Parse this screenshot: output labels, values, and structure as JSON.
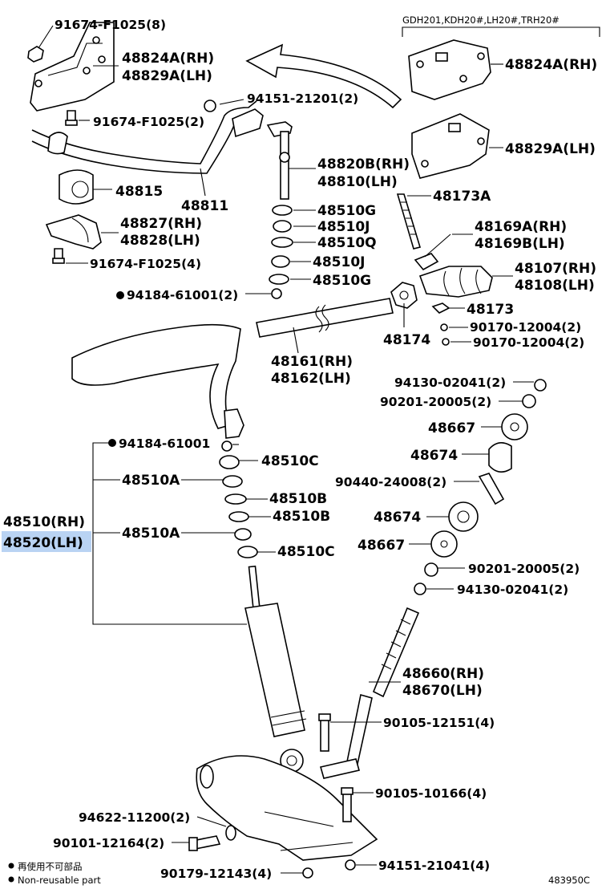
{
  "variant_note": "GDH201,KDH20#,LH20#,TRH20#",
  "diagram_code": "483950C",
  "legend": {
    "jp": "再使用不可部品",
    "en": "Non-reusable part"
  },
  "parts": [
    {
      "id": "p1",
      "text": "91674-F1025(8)"
    },
    {
      "id": "p2a",
      "text": "48824A(RH)"
    },
    {
      "id": "p2b",
      "text": "48829A(LH)"
    },
    {
      "id": "p3",
      "text": "94151-21201(2)"
    },
    {
      "id": "p4",
      "text": "91674-F1025(2)"
    },
    {
      "id": "p5a",
      "text": "48820B(RH)"
    },
    {
      "id": "p5b",
      "text": "48810(LH)"
    },
    {
      "id": "p6",
      "text": "48815"
    },
    {
      "id": "p7",
      "text": "48811"
    },
    {
      "id": "p8a",
      "text": "48827(RH)"
    },
    {
      "id": "p8b",
      "text": "48828(LH)"
    },
    {
      "id": "p9",
      "text": "91674-F1025(4)"
    },
    {
      "id": "p10",
      "text": "48510G"
    },
    {
      "id": "p11",
      "text": "48510J"
    },
    {
      "id": "p12",
      "text": "48510Q"
    },
    {
      "id": "p13",
      "text": "48510J"
    },
    {
      "id": "p14",
      "text": "48510G"
    },
    {
      "id": "p15",
      "text": "94184-61001(2)"
    },
    {
      "id": "p16a",
      "text": "48161(RH)"
    },
    {
      "id": "p16b",
      "text": "48162(LH)"
    },
    {
      "id": "p17",
      "text": "48824A(RH)"
    },
    {
      "id": "p18",
      "text": "48829A(LH)"
    },
    {
      "id": "p19",
      "text": "48173A"
    },
    {
      "id": "p20a",
      "text": "48169A(RH)"
    },
    {
      "id": "p20b",
      "text": "48169B(LH)"
    },
    {
      "id": "p21a",
      "text": "48107(RH)"
    },
    {
      "id": "p21b",
      "text": "48108(LH)"
    },
    {
      "id": "p22",
      "text": "48173"
    },
    {
      "id": "p23",
      "text": "48174"
    },
    {
      "id": "p24",
      "text": "90170-12004(2)"
    },
    {
      "id": "p25",
      "text": "90170-12004(2)"
    },
    {
      "id": "p26",
      "text": "94130-02041(2)"
    },
    {
      "id": "p27",
      "text": "90201-20005(2)"
    },
    {
      "id": "p28",
      "text": "48667"
    },
    {
      "id": "p29",
      "text": "48674"
    },
    {
      "id": "p30",
      "text": "90440-24008(2)"
    },
    {
      "id": "p31",
      "text": "48674"
    },
    {
      "id": "p32",
      "text": "48667"
    },
    {
      "id": "p33",
      "text": "90201-20005(2)"
    },
    {
      "id": "p34",
      "text": "94130-02041(2)"
    },
    {
      "id": "p35",
      "text": "94184-61001"
    },
    {
      "id": "p36",
      "text": "48510C"
    },
    {
      "id": "p37",
      "text": "48510A"
    },
    {
      "id": "p38",
      "text": "48510B"
    },
    {
      "id": "p39",
      "text": "48510B"
    },
    {
      "id": "p40",
      "text": "48510A"
    },
    {
      "id": "p41",
      "text": "48510C"
    },
    {
      "id": "p42",
      "text": "48510(RH)"
    },
    {
      "id": "p43",
      "text": "48520(LH)"
    },
    {
      "id": "p44a",
      "text": "48660(RH)"
    },
    {
      "id": "p44b",
      "text": "48670(LH)"
    },
    {
      "id": "p45",
      "text": "90105-12151(4)"
    },
    {
      "id": "p46",
      "text": "90105-10166(4)"
    },
    {
      "id": "p47",
      "text": "94622-11200(2)"
    },
    {
      "id": "p48",
      "text": "90101-12164(2)"
    },
    {
      "id": "p49",
      "text": "90179-12143(4)"
    },
    {
      "id": "p50",
      "text": "94151-21041(4)"
    }
  ]
}
